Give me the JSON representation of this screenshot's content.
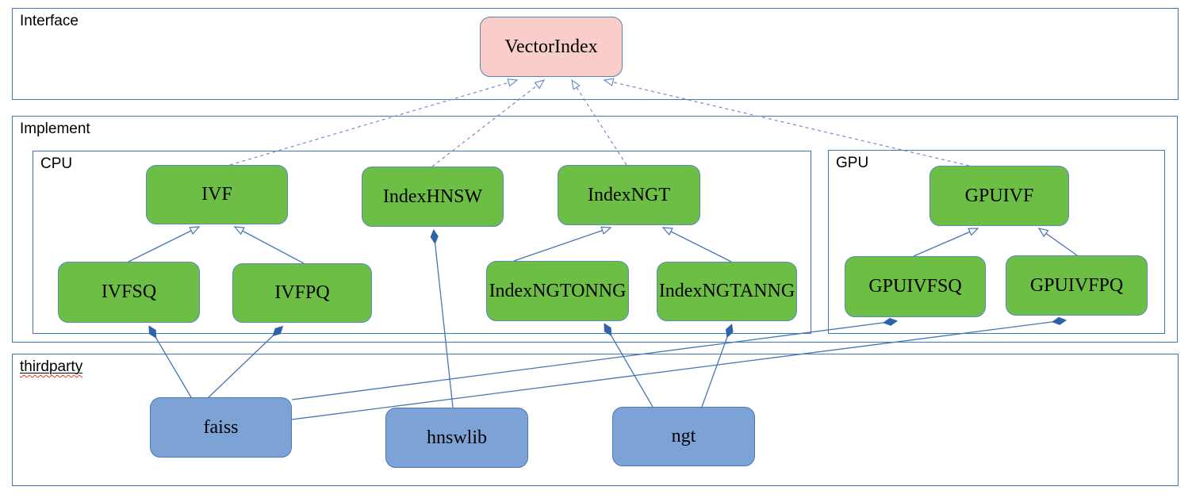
{
  "sections": {
    "interface": {
      "label": "Interface"
    },
    "implement": {
      "label": "Implement"
    },
    "cpu": {
      "label": "CPU"
    },
    "gpu": {
      "label": "GPU"
    },
    "thirdparty": {
      "label": "thirdparty",
      "misspelled": true
    }
  },
  "nodes": {
    "vectorindex": {
      "label": "VectorIndex",
      "section": "interface",
      "color": "pink"
    },
    "ivf": {
      "label": "IVF",
      "section": "cpu",
      "color": "green"
    },
    "indexhnsw": {
      "label": "IndexHNSW",
      "section": "cpu",
      "color": "green"
    },
    "indexngt": {
      "label": "IndexNGT",
      "section": "cpu",
      "color": "green"
    },
    "ivfsq": {
      "label": "IVFSQ",
      "section": "cpu",
      "color": "green"
    },
    "ivfpq": {
      "label": "IVFPQ",
      "section": "cpu",
      "color": "green"
    },
    "indexngtonng": {
      "label": "IndexNGTONNG",
      "section": "cpu",
      "color": "green"
    },
    "indexngtanng": {
      "label": "IndexNGTANNG",
      "section": "cpu",
      "color": "green"
    },
    "gpuivf": {
      "label": "GPUIVF",
      "section": "gpu",
      "color": "green"
    },
    "gpuivfsq": {
      "label": "GPUIVFSQ",
      "section": "gpu",
      "color": "green"
    },
    "gpuivfpq": {
      "label": "GPUIVFPQ",
      "section": "gpu",
      "color": "green"
    },
    "faiss": {
      "label": "faiss",
      "section": "thirdparty",
      "color": "blue"
    },
    "hnswlib": {
      "label": "hnswlib",
      "section": "thirdparty",
      "color": "blue"
    },
    "ngt": {
      "label": "ngt",
      "section": "thirdparty",
      "color": "blue"
    }
  },
  "edges": [
    {
      "from": "IVF",
      "to": "VectorIndex",
      "type": "realization-dashed-hollow-arrow"
    },
    {
      "from": "IndexHNSW",
      "to": "VectorIndex",
      "type": "realization-dashed-hollow-arrow"
    },
    {
      "from": "IndexNGT",
      "to": "VectorIndex",
      "type": "realization-dashed-hollow-arrow"
    },
    {
      "from": "GPUIVF",
      "to": "VectorIndex",
      "type": "realization-dashed-hollow-arrow"
    },
    {
      "from": "IVFSQ",
      "to": "IVF",
      "type": "generalization-hollow-arrow"
    },
    {
      "from": "IVFPQ",
      "to": "IVF",
      "type": "generalization-hollow-arrow"
    },
    {
      "from": "IndexNGTONNG",
      "to": "IndexNGT",
      "type": "generalization-hollow-arrow"
    },
    {
      "from": "IndexNGTANNG",
      "to": "IndexNGT",
      "type": "generalization-hollow-arrow"
    },
    {
      "from": "GPUIVFSQ",
      "to": "GPUIVF",
      "type": "generalization-hollow-arrow"
    },
    {
      "from": "GPUIVFPQ",
      "to": "GPUIVF",
      "type": "generalization-hollow-arrow"
    },
    {
      "from": "faiss",
      "to": "IVFSQ",
      "type": "composition-filled-diamond"
    },
    {
      "from": "faiss",
      "to": "IVFPQ",
      "type": "composition-filled-diamond"
    },
    {
      "from": "faiss",
      "to": "GPUIVFSQ",
      "type": "composition-filled-diamond"
    },
    {
      "from": "faiss",
      "to": "GPUIVFPQ",
      "type": "composition-filled-diamond"
    },
    {
      "from": "hnswlib",
      "to": "IndexHNSW",
      "type": "composition-filled-diamond"
    },
    {
      "from": "ngt",
      "to": "IndexNGTONNG",
      "type": "composition-filled-diamond"
    },
    {
      "from": "ngt",
      "to": "IndexNGTANNG",
      "type": "composition-filled-diamond"
    }
  ],
  "colors": {
    "line": "#4676b4",
    "dashed_line": "#6d8fc9",
    "frame": "#4676b4",
    "diamond": "#2f62a6",
    "node_green": "#6cbe45",
    "node_green_border": "#5e87c4",
    "node_blue": "#7da2d6",
    "node_blue_border": "#4a78b4",
    "node_pink": "#f8cdca",
    "node_pink_border": "#5b82b4",
    "squiggle": "#e0341f"
  }
}
